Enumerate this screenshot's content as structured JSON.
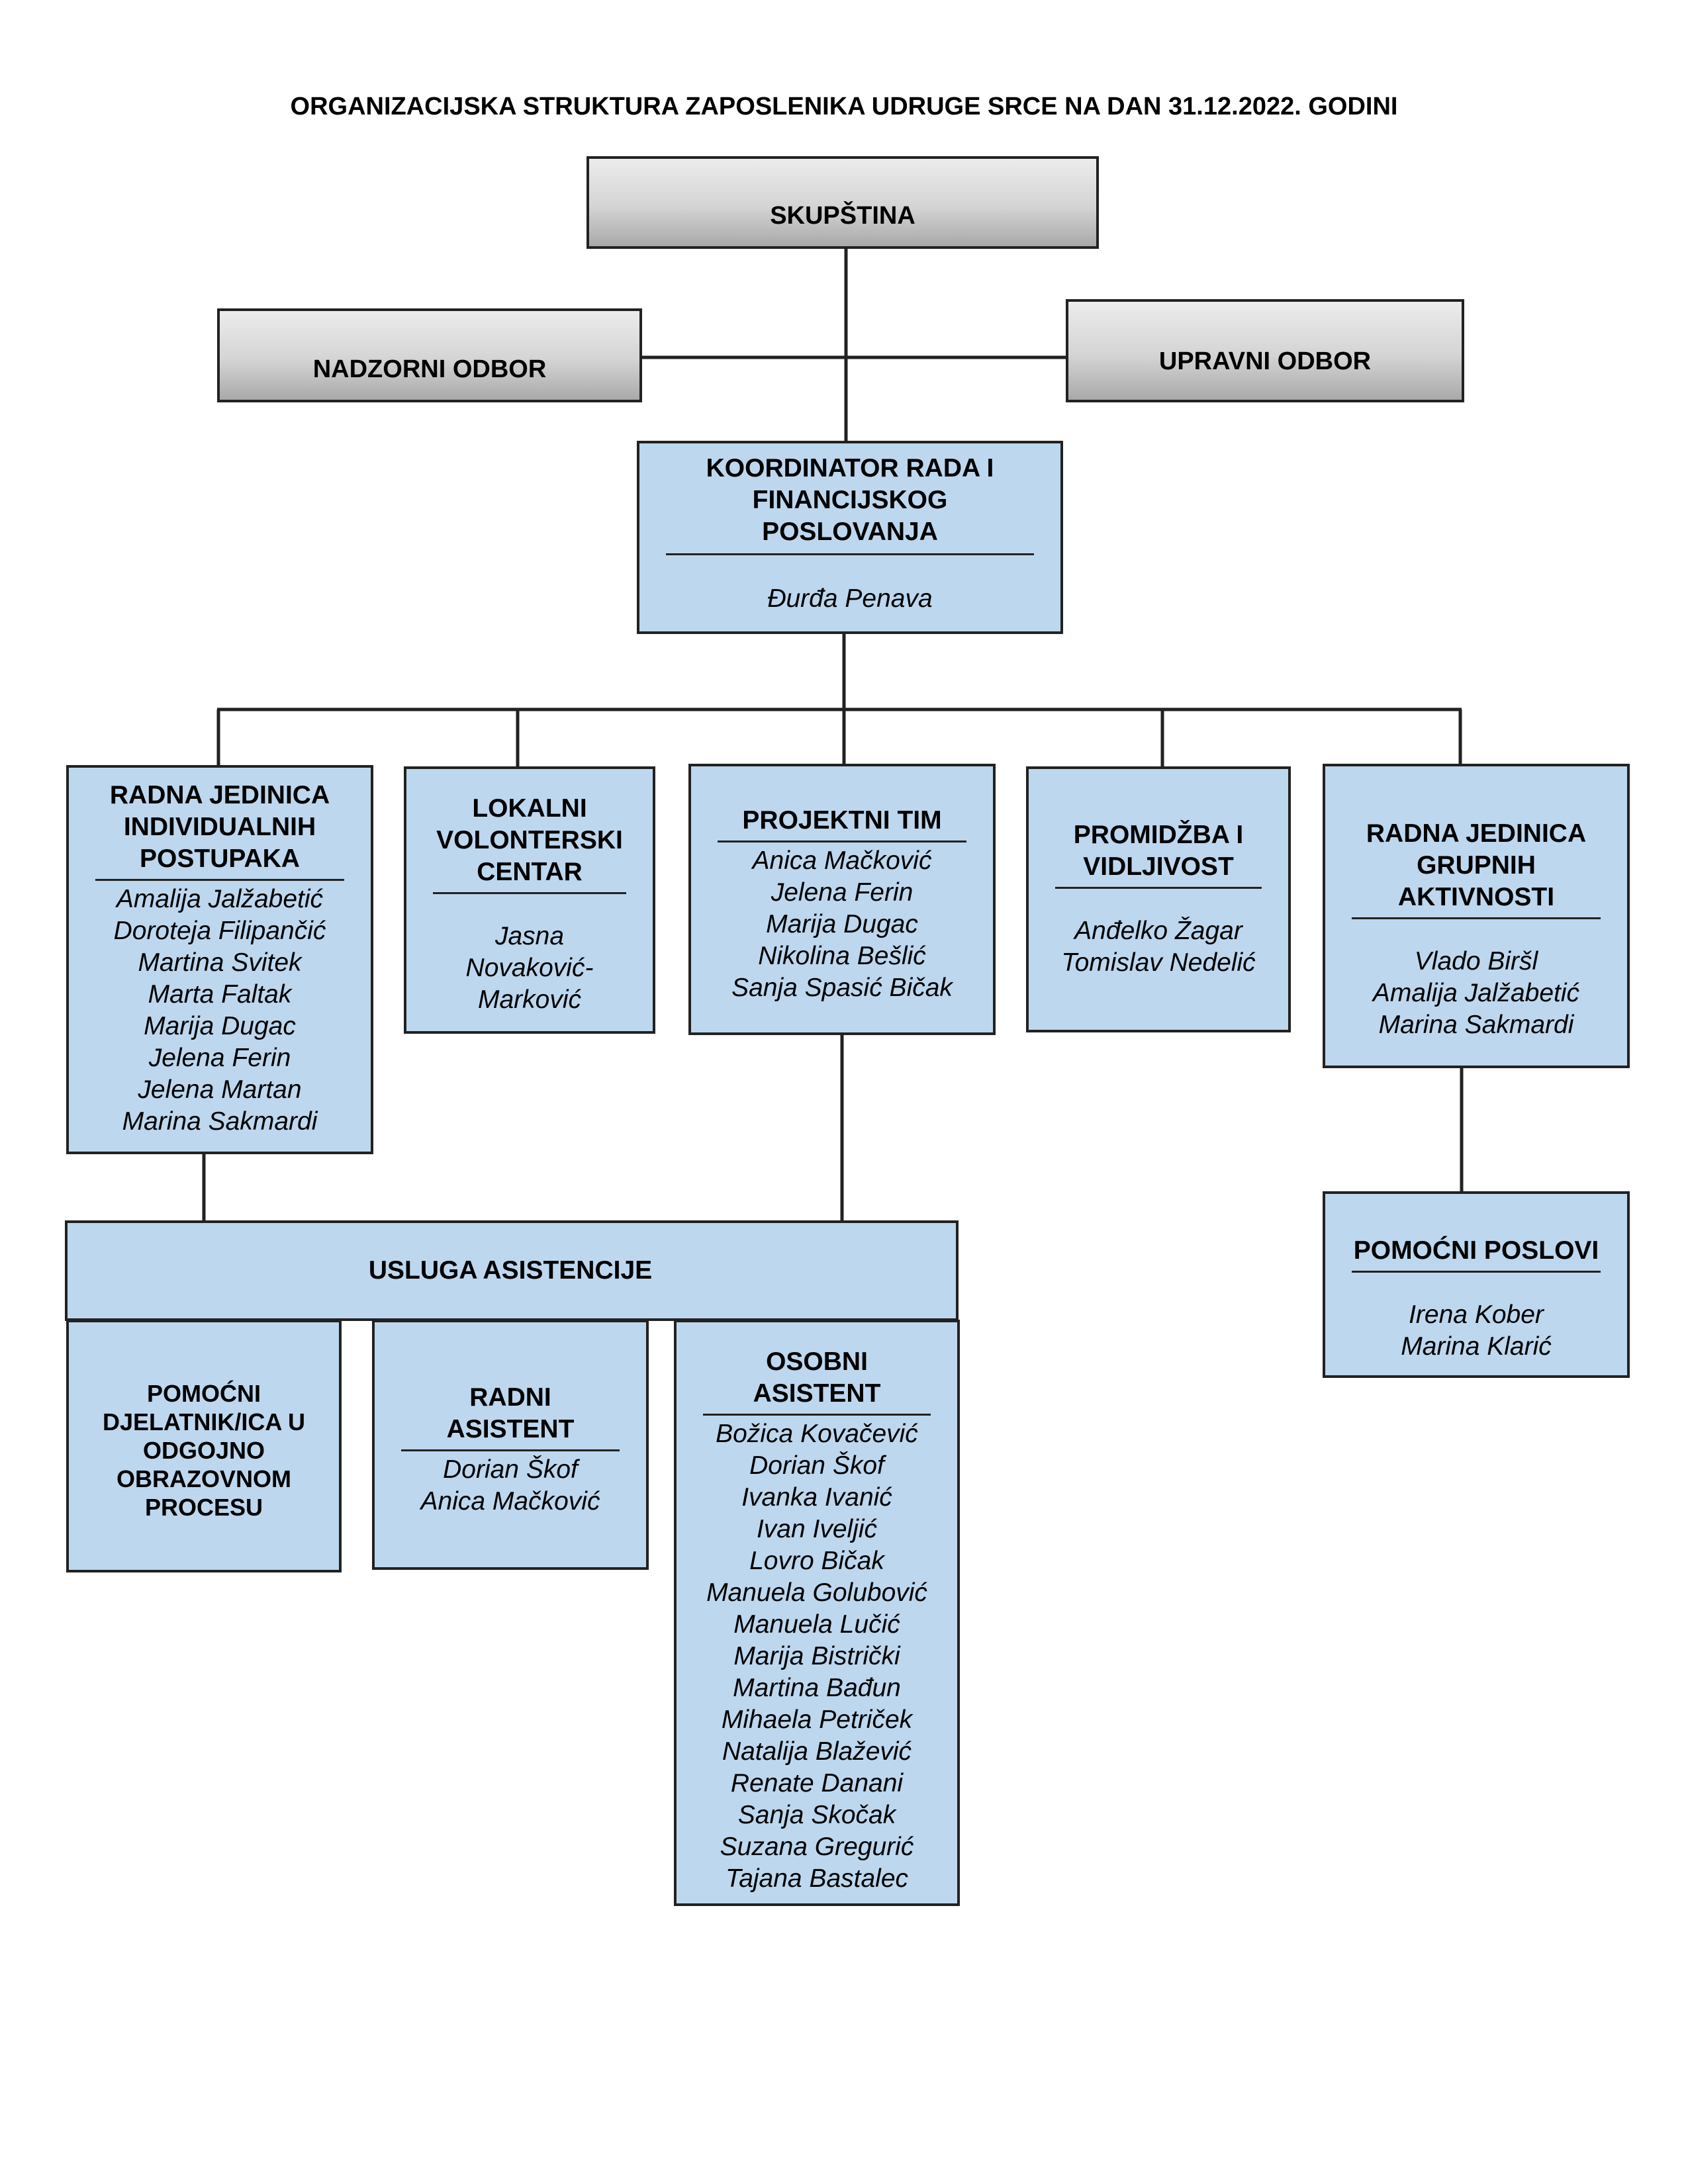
{
  "title": "ORGANIZACIJSKA STRUKTURA ZAPOSLENIKA UDRUGE SRCE NA DAN 31.12.2022. GODINI",
  "governance": {
    "skupstina": "SKUPŠTINA",
    "nadzorni_odbor": "NADZORNI ODBOR",
    "upravni_odbor": "UPRAVNI ODBOR"
  },
  "koordinator": {
    "title": [
      "KOORDINATOR RADA I",
      "FINANCIJSKOG",
      "POSLOVANJA"
    ],
    "name": "Đurđa Penava"
  },
  "units": {
    "individualni": {
      "title": [
        "RADNA JEDINICA",
        "INDIVIDUALNIH",
        "POSTUPAKA"
      ],
      "members": [
        "Amalija Jalžabetić",
        "Doroteja Filipančić",
        "Martina Svitek",
        "Marta Faltak",
        "Marija Dugac",
        "Jelena Ferin",
        "Jelena Martan",
        "Marina Sakmardi"
      ]
    },
    "volonterski": {
      "title": [
        "LOKALNI",
        "VOLONTERSKI",
        "CENTAR"
      ],
      "members": [
        "Jasna",
        "Novaković-",
        "Marković"
      ]
    },
    "projektni": {
      "title": [
        "PROJEKTNI TIM"
      ],
      "members": [
        "Anica Mačković",
        "Jelena Ferin",
        "Marija Dugac",
        "Nikolina Bešlić",
        "Sanja Spasić Bičak"
      ]
    },
    "promidzba": {
      "title": [
        "PROMIDŽBA I",
        "VIDLJIVOST"
      ],
      "members": [
        "Anđelko Žagar",
        "Tomislav Nedelić"
      ]
    },
    "grupni": {
      "title": [
        "RADNA JEDINICA",
        "GRUPNIH",
        "AKTIVNOSTI"
      ],
      "members": [
        "Vlado Biršl",
        "Amalija Jalžabetić",
        "Marina Sakmardi"
      ]
    }
  },
  "pomocni_poslovi": {
    "title": [
      "POMOĆNI POSLOVI"
    ],
    "members": [
      "Irena Kober",
      "Marina Klarić"
    ]
  },
  "usluga": {
    "title": "USLUGA  ASISTENCIJE",
    "pomocni_djelatnik": [
      "POMOĆNI",
      "DJELATNIK/ICA U",
      "ODGOJNO",
      "OBRAZOVNOM",
      "PROCESU"
    ],
    "radni_asistent": {
      "title": [
        "RADNI",
        "ASISTENT"
      ],
      "members": [
        "Dorian Škof",
        "Anica Mačković"
      ]
    },
    "osobni_asistent": {
      "title": [
        "OSOBNI",
        "ASISTENT"
      ],
      "members": [
        "Božica Kovačević",
        "Dorian Škof",
        "Ivanka Ivanić",
        "Ivan Iveljić",
        "Lovro Bičak",
        "Manuela Golubović",
        "Manuela Lučić",
        "Marija Bistrički",
        "Martina Bađun",
        "Mihaela Petriček",
        "Natalija Blažević",
        "Renate Danani",
        "Sanja Skočak",
        "Suzana Gregurić",
        "Tajana Bastalec"
      ]
    }
  },
  "colors": {
    "box_blue": "#bdd7ee",
    "box_gray": "#c8c8c8",
    "line": "#222222"
  }
}
